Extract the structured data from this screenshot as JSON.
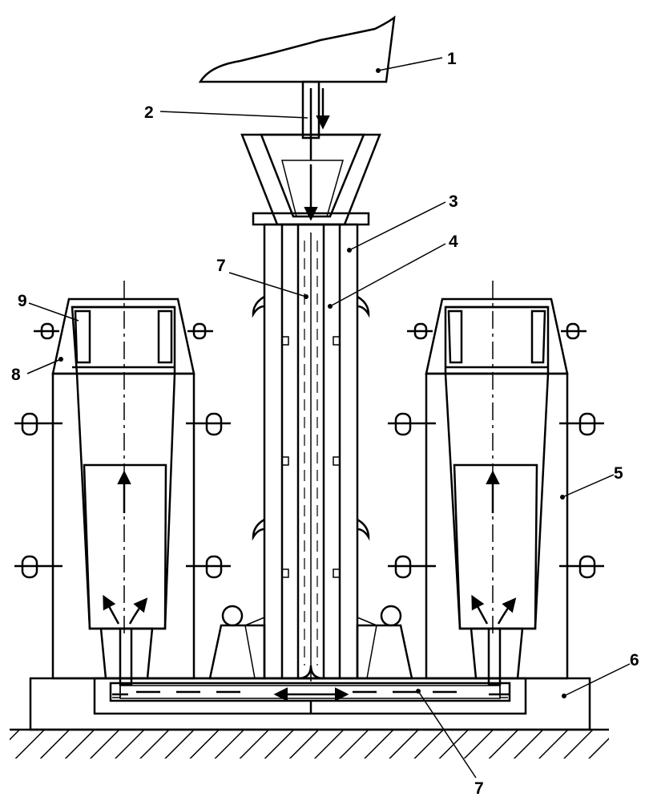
{
  "labels": {
    "l1": "1",
    "l2": "2",
    "l3": "3",
    "l4": "4",
    "l5": "5",
    "l6": "6",
    "l7a": "7",
    "l7b": "7",
    "l8": "8",
    "l9": "9"
  }
}
